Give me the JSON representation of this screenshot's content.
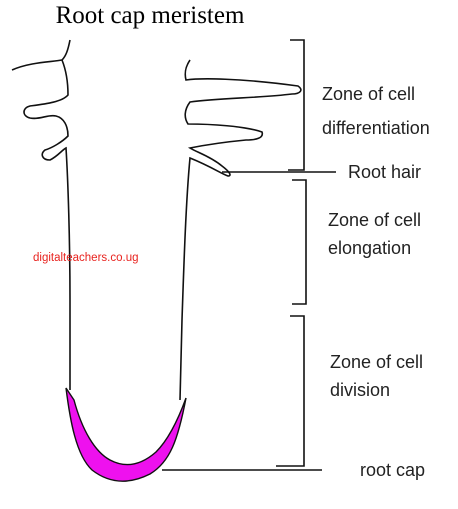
{
  "title": "Root cap meristem",
  "labels": {
    "differentiation_1": "Zone of cell",
    "differentiation_2": "differentiation",
    "root_hair": "Root hair",
    "elongation_1": "Zone of cell",
    "elongation_2": "elongation",
    "division_1": "Zone of cell",
    "division_2": "division",
    "root_cap": "root cap"
  },
  "watermark": "digitalteachers.co.ug",
  "colors": {
    "root_cap_fill": "#ee11ee",
    "outline": "#111111",
    "watermark": "#e8231f"
  }
}
